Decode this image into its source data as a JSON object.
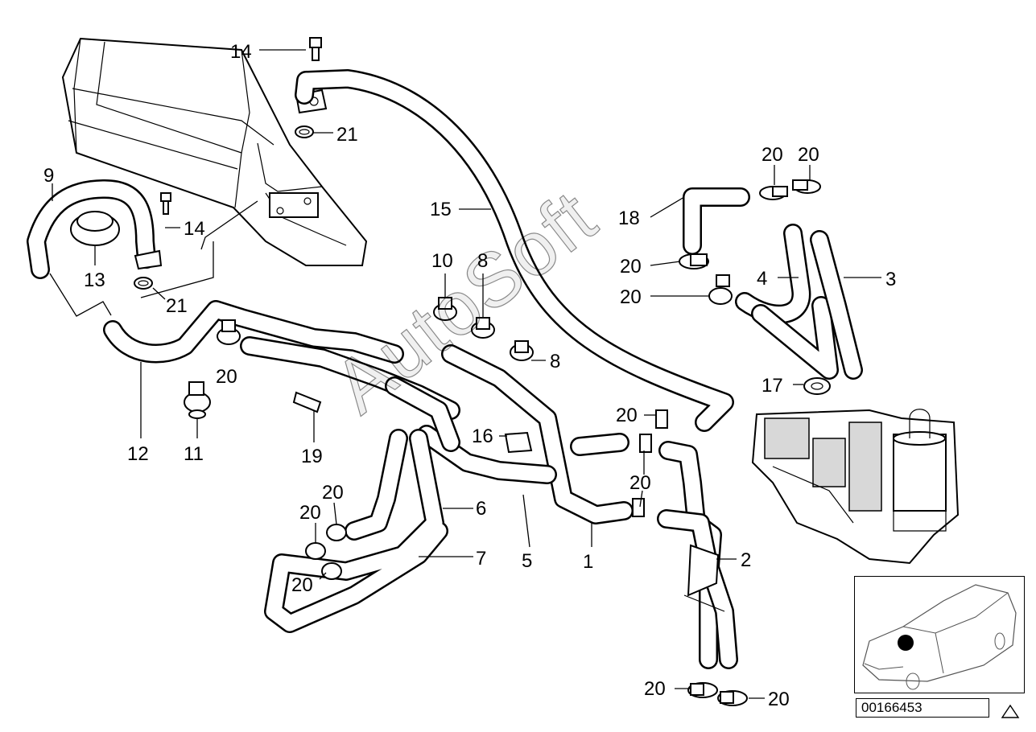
{
  "diagram": {
    "ref_number": "00166453",
    "watermark": "AutoSoft",
    "callouts": [
      {
        "id": "c14a",
        "text": "14"
      },
      {
        "id": "c21a",
        "text": "21"
      },
      {
        "id": "c9",
        "text": "9"
      },
      {
        "id": "c14b",
        "text": "14"
      },
      {
        "id": "c13",
        "text": "13"
      },
      {
        "id": "c21b",
        "text": "21"
      },
      {
        "id": "c15",
        "text": "15"
      },
      {
        "id": "c10",
        "text": "10"
      },
      {
        "id": "c8a",
        "text": "8"
      },
      {
        "id": "c8b",
        "text": "8"
      },
      {
        "id": "c20a",
        "text": "20"
      },
      {
        "id": "c20b",
        "text": "20"
      },
      {
        "id": "c18",
        "text": "18"
      },
      {
        "id": "c20c",
        "text": "20"
      },
      {
        "id": "c4",
        "text": "4"
      },
      {
        "id": "c3",
        "text": "3"
      },
      {
        "id": "c20d",
        "text": "20"
      },
      {
        "id": "c20e",
        "text": "20"
      },
      {
        "id": "c17",
        "text": "17"
      },
      {
        "id": "c12",
        "text": "12"
      },
      {
        "id": "c11",
        "text": "11"
      },
      {
        "id": "c19",
        "text": "19"
      },
      {
        "id": "c16",
        "text": "16"
      },
      {
        "id": "c20f",
        "text": "20"
      },
      {
        "id": "c20g",
        "text": "20"
      },
      {
        "id": "c20h",
        "text": "20"
      },
      {
        "id": "c20i",
        "text": "20"
      },
      {
        "id": "c6",
        "text": "6"
      },
      {
        "id": "c7",
        "text": "7"
      },
      {
        "id": "c5",
        "text": "5"
      },
      {
        "id": "c1",
        "text": "1"
      },
      {
        "id": "c2",
        "text": "2"
      },
      {
        "id": "c20j",
        "text": "20"
      },
      {
        "id": "c20k",
        "text": "20"
      },
      {
        "id": "c20l",
        "text": "20"
      }
    ]
  }
}
